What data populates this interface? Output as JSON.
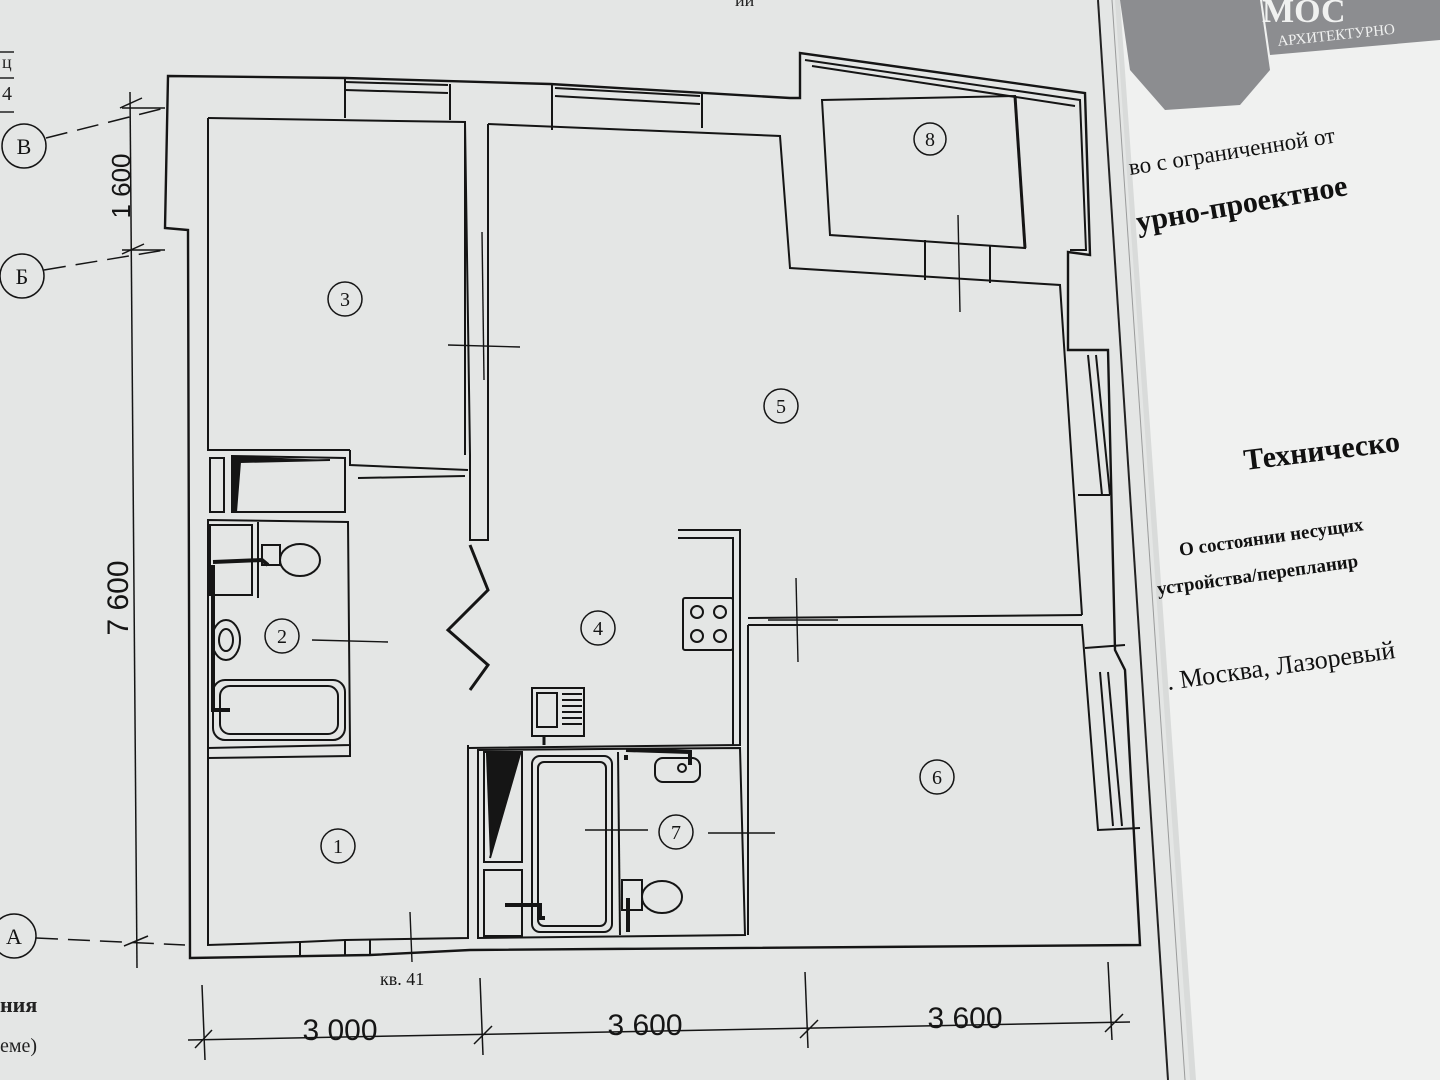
{
  "rooms": {
    "r1": "1",
    "r2": "2",
    "r3": "3",
    "r4": "4",
    "r5": "5",
    "r6": "6",
    "r7": "7",
    "r8": "8"
  },
  "axes": {
    "a": "А",
    "b": "Б",
    "v": "В"
  },
  "dimensions": {
    "bottom_1": "3 000",
    "bottom_2": "3 600",
    "bottom_3": "3 600",
    "left_upper": "1 600",
    "left_total": "7 600"
  },
  "apartment_label": "кв. 41",
  "left_page": {
    "frag_1": "ц",
    "frag_2": "4",
    "frag_3": "ния",
    "frag_4": "еме)"
  },
  "top_fragment": "ий",
  "right_page": {
    "logo_text": "АРХИТЕКТУРНО",
    "org_line_1": "во с ограниченной от",
    "org_line_2": "урно-проектное",
    "title": "Техническо",
    "line_1": "О состоянии несущих",
    "line_2": "устройства/перепланир",
    "line_3": ". Москва, Лазоревый"
  },
  "colors": {
    "paper": "#e4e6e5",
    "ink": "#151515",
    "right_paper": "#f1f2f1",
    "logo_gray": "#8c8d90"
  }
}
